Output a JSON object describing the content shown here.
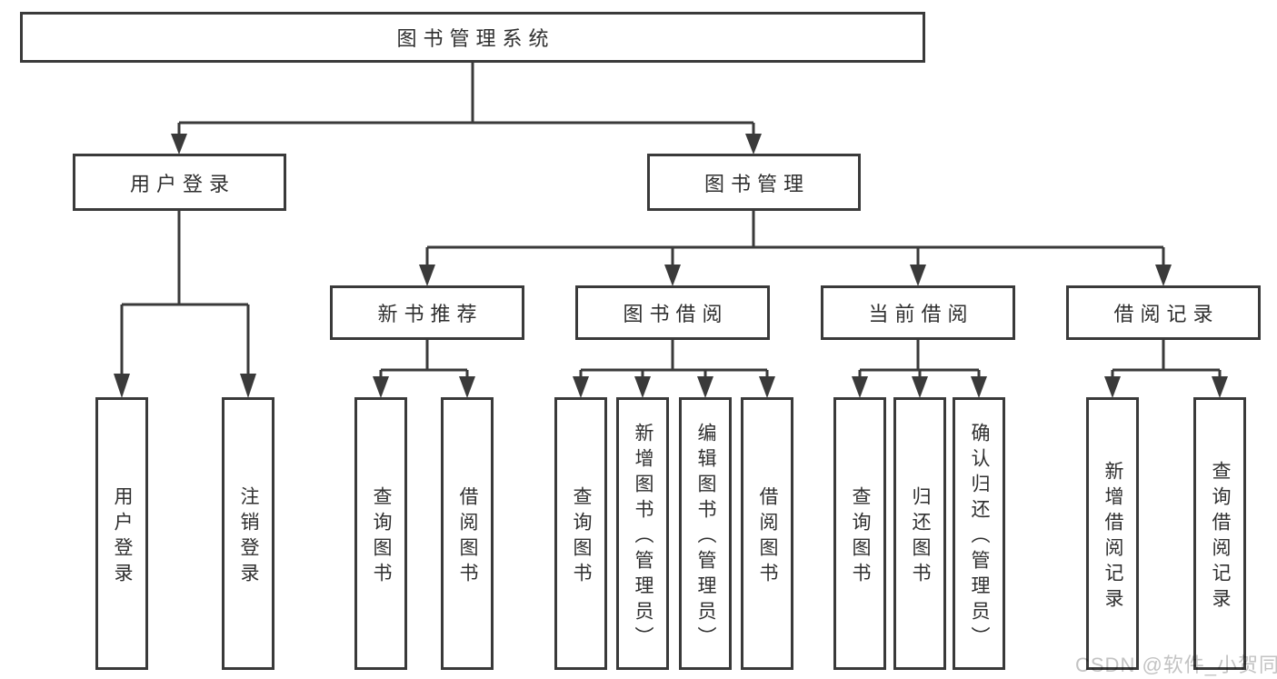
{
  "diagram": {
    "nodes": {
      "root": "图书管理系统",
      "user_login": "用户登录",
      "book_management": "图书管理",
      "new_book_recommend": "新书推荐",
      "book_borrow": "图书借阅",
      "current_borrow": "当前借阅",
      "borrow_record": "借阅记录",
      "leaf_user_login": "用户登录",
      "leaf_logout": "注销登录",
      "leaf_nbr_query_book": "查询图书",
      "leaf_nbr_borrow_book": "借阅图书",
      "leaf_bb_query_book": "查询图书",
      "leaf_bb_add_book": "新增图书（管理员）",
      "leaf_bb_edit_book": "编辑图书（管理员）",
      "leaf_bb_borrow_book": "借阅图书",
      "leaf_cb_query_book": "查询图书",
      "leaf_cb_return_book": "归还图书",
      "leaf_cb_confirm_return": "确认归还（管理员）",
      "leaf_br_add_record": "新增借阅记录",
      "leaf_br_query_record": "查询借阅记录"
    },
    "colors": {
      "line": "#3a3a3a",
      "box_border": "#3a3a3a",
      "text": "#2f2f2f",
      "watermark": "#c3c3c3"
    }
  },
  "watermark": {
    "text": "CSDN @软件_小贺同学"
  }
}
